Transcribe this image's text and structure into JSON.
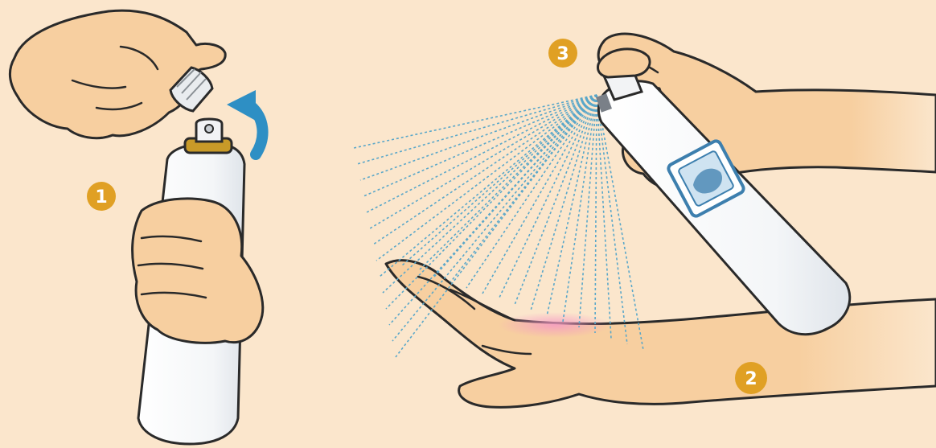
{
  "illustration": {
    "background_color": "#fbe6cc",
    "steps": [
      {
        "label": "1",
        "badge_color": "#e0a024"
      },
      {
        "label": "2",
        "badge_color": "#e0a024"
      },
      {
        "label": "3",
        "badge_color": "#e0a024"
      }
    ],
    "arrow_color": "#2e8fc4",
    "spray_color": "#5aa7c9",
    "skin_color": "#f7cfa0",
    "outline_color": "#2a2a2a",
    "icons": [
      "hand-icon",
      "spray-can-icon",
      "cap-icon",
      "curved-arrow-icon",
      "spray-mist-icon",
      "can-logo-icon"
    ]
  }
}
